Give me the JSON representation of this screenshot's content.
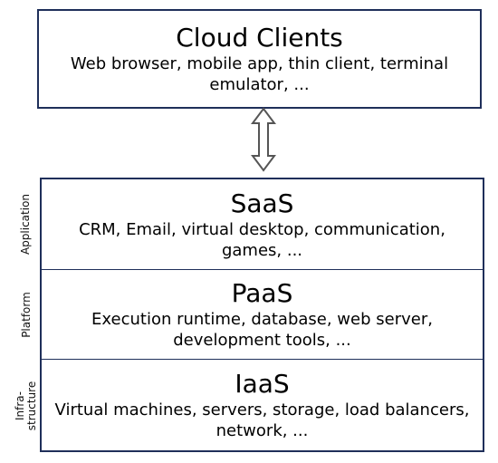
{
  "cloud_clients": {
    "title": "Cloud Clients",
    "description": "Web browser, mobile app, thin client, terminal emulator, ..."
  },
  "layers": [
    {
      "side_label": "Application",
      "title": "SaaS",
      "description": "CRM, Email, virtual desktop, communication, games, ..."
    },
    {
      "side_label": "Platform",
      "title": "PaaS",
      "description": "Execution runtime, database, web server, development tools, ..."
    },
    {
      "side_label": "Infra-\nstructure",
      "title": "IaaS",
      "description": "Virtual machines, servers, storage, load balancers, network, ..."
    }
  ],
  "colors": {
    "border": "#1f2f5a",
    "arrow": "#555555"
  }
}
